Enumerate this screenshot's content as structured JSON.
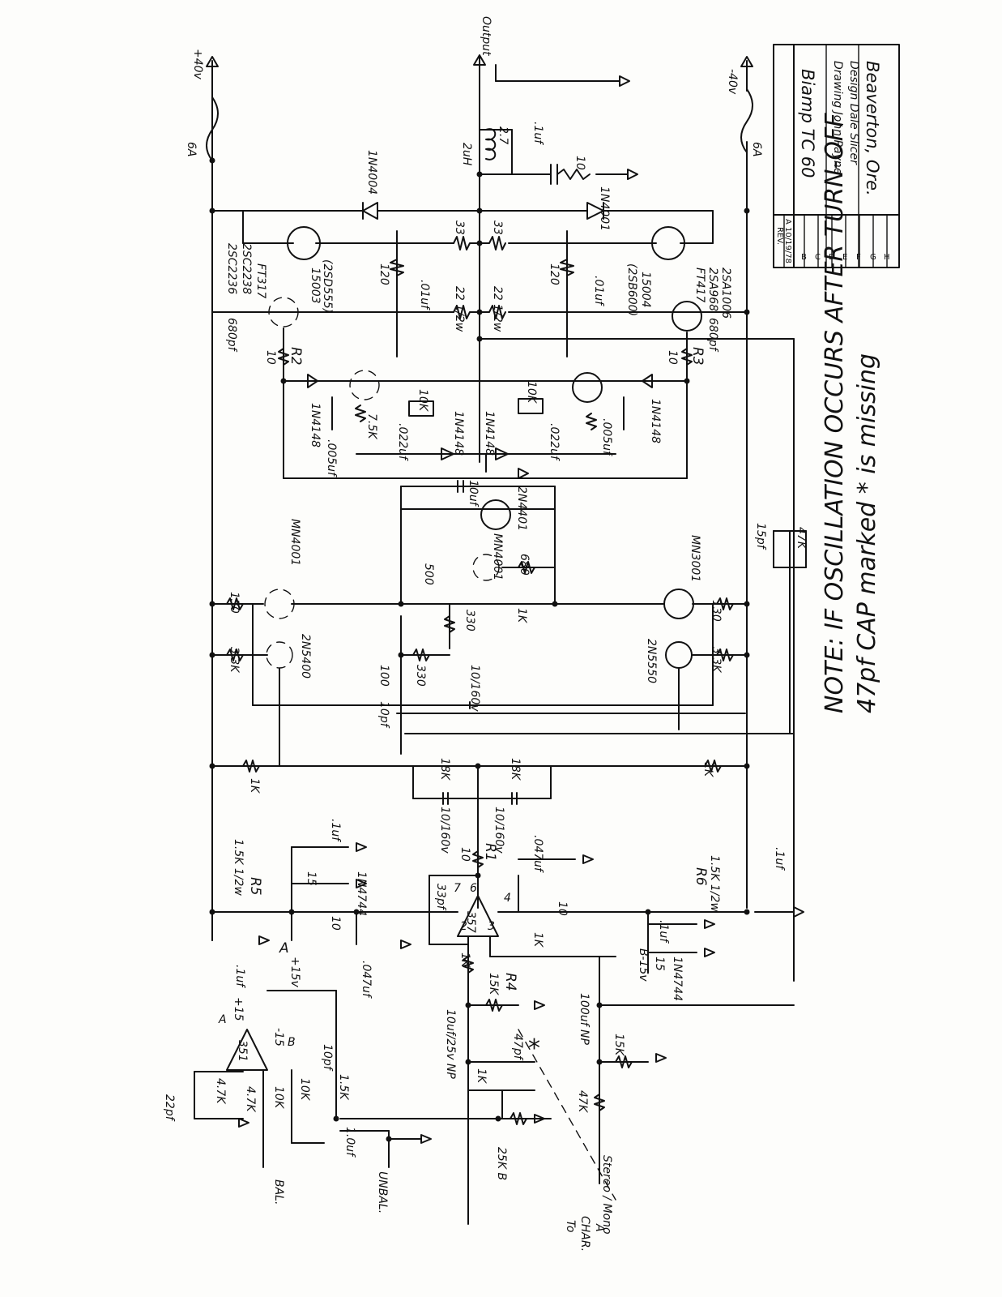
{
  "title_block": {
    "rev_header": "REV.",
    "rev_rows": [
      "A 10/19/78",
      "B",
      "C",
      "D",
      "E",
      "F",
      "G",
      "H"
    ],
    "model": "Biamp TC 60",
    "drawing": "Drawing John Payne",
    "design": "Design Dale Slicer",
    "location": "Beaverton, Ore."
  },
  "note": {
    "line1": "NOTE: IF OSCILLATION OCCURS AFTER TURN-OFF",
    "line2": "47pf CAP marked * is missing"
  },
  "rails": {
    "pos": "+40v",
    "neg": "-40v",
    "fuse_pos": "6A",
    "fuse_neg": "6A",
    "output": "Output"
  },
  "labels": {
    "d_1n4004": "1N4004",
    "d_1n4001": "1N4001",
    "l_2uh": "2uH",
    "r_2_7": "2.7",
    "c_out": ".1uf",
    "r_out": "10",
    "q1_a": "2SC2236",
    "q1_b": "2SC2238",
    "q1_c": "FT317",
    "q2_a": "15003",
    "q2_b": "(2SD555)",
    "q3_a": "(2SB600)",
    "q3_b": "15004",
    "q4_a": "FT417",
    "q4_b": "2SA968",
    "q4_c": "2SA1006",
    "r_33a": "33",
    "r_33b": "33",
    "r_22a": "22 1/2w",
    "r_22b": "22 1/2w",
    "r_120a": "120",
    "r_120b": "120",
    "c_01a": ".01uf",
    "c_01b": ".01uf",
    "c_680a": "680pf",
    "c_680b": "680pf",
    "r_10a": "10",
    "r_10b": "10",
    "r2": "R2",
    "r3": "R3",
    "d_4148a": "1N4148",
    "d_4148b": "1N4148",
    "d_4148c": "1N4148",
    "d_4148d": "1N4148",
    "c_005a": ".005uf",
    "c_005b": ".005uf",
    "r_75k": "7.5K",
    "c_022a": ".022uf",
    "c_022b": ".022uf",
    "r_10ka": "10K",
    "r_10kb": "10K",
    "c_10uf": "10uf",
    "q_2n4401": "2N4401",
    "q_mn4001a": "MN4001",
    "q_mn4001b": "MN4001",
    "q_mn3001": "MN3001",
    "r_680": "680",
    "r_500": "500",
    "r_330a": "330",
    "r_330b": "330",
    "r_1ka": "1K",
    "r_130a": "130",
    "r_130b": "130",
    "r_33ka": "3.3K",
    "r_33kb": "3.3K",
    "q_2n5400": "2N5400",
    "q_2n5550": "2N5550",
    "r_100": "100",
    "c_10_160a": "10/160v",
    "c_10pf": "10pf",
    "c_15pf": "15pf",
    "r_47k": "47K",
    "r_1kb": "1K",
    "r_1kc": "1K",
    "r_18ka": "18K",
    "r_18kb": "18K",
    "c_10_160b": "10/160v",
    "c_10_160c": "10/160v",
    "r1": "R1",
    "r_10r": "10",
    "c_047a": ".047uf",
    "c_047b": ".047uf",
    "r5_val": "1.5K 1/2w",
    "r5": "R5",
    "r6_val": "1.5K 1/2w",
    "r6": "R6",
    "c_1a": ".1uf",
    "c_1b": ".1uf",
    "c_1c": ".1uf",
    "c_1d": ".1uf",
    "z_15a": "15",
    "z_1n4744a": "1N4744",
    "z_15b": "15",
    "z_1n4744b": "1N4744",
    "node_a": "A",
    "node_a_v": "+15v",
    "node_b": "B-15v",
    "r_10b2": "10",
    "r_10c": "10",
    "c_33pf": "33pf",
    "ic357": "357",
    "ic351": "351",
    "pin2": "2",
    "pin3": "3",
    "pin4": "4",
    "pin6": "6",
    "pin7": "7",
    "r_1kd": "1K",
    "r_1ke": "1K",
    "r_1kf": "1K",
    "r_15ka": "15K",
    "r4": "R4",
    "c_10_25": "10uf/25v NP",
    "c_100_np": "100uf NP",
    "r_15kb": "15K",
    "c_47pf": "47pf",
    "star": "*",
    "r_1kg": "1K",
    "pot_25k": "25K B",
    "r_47kb": "47K",
    "sw_stereo": "Stereo / Mono",
    "to_char": "To",
    "char": "CHAR.",
    "char_a": "A",
    "c_22pf": "22pf",
    "r_47ka": "4.7K",
    "r_47kc": "4.7K",
    "r_10kc": "10K",
    "r_10kd": "10K",
    "r_15k3": "1.5K",
    "c_10pfb": "10pf",
    "c_1uf": "1.0uf",
    "bal": "BAL.",
    "unbal": "UNBAL.",
    "ic_a": "A",
    "ic_p15": "+15",
    "ic_m15": "-15",
    "ic_b": "B"
  }
}
